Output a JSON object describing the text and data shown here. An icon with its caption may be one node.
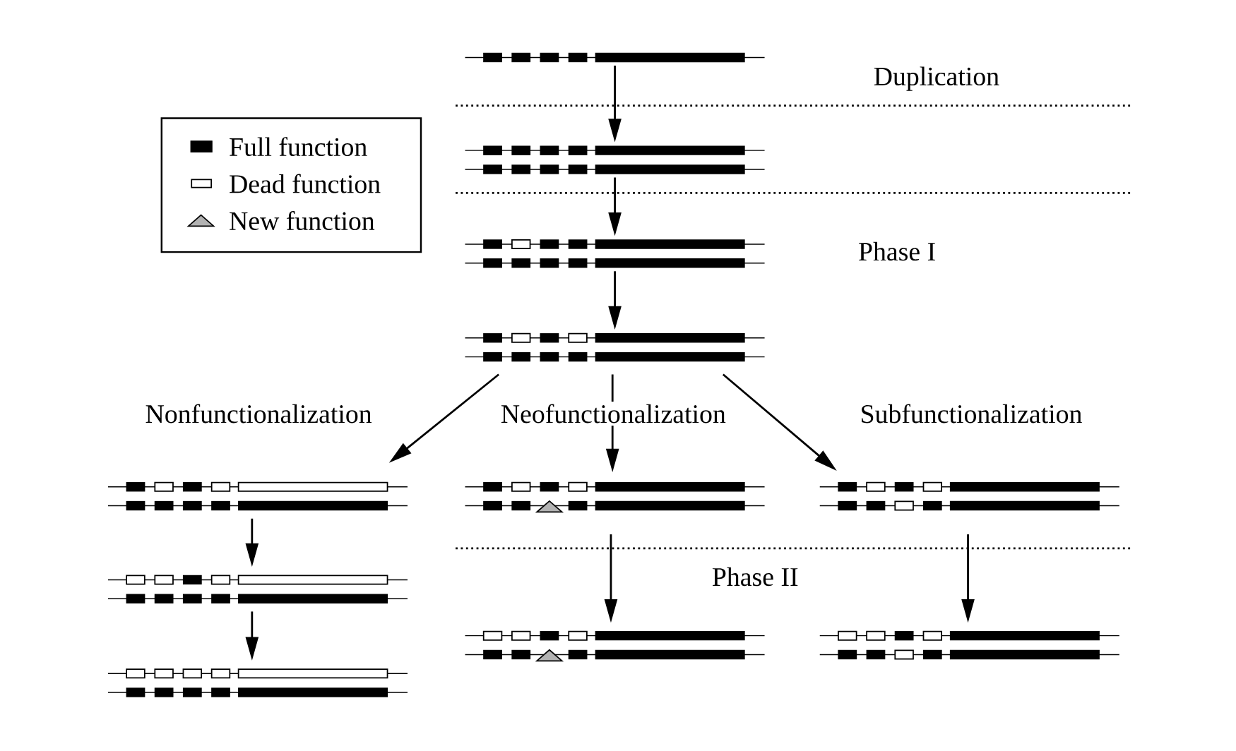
{
  "diagram": {
    "nodes": [
      {
        "text": [],
        "shape": "picture"
      },
      {
        "text": [],
        "shape": "picture"
      },
      {
        "text": [],
        "shape": "picture"
      },
      {
        "text": [],
        "shape": "picture"
      },
      {
        "text": [],
        "shape": "picture"
      },
      {
        "text": [],
        "shape": "picture"
      },
      {
        "text": [],
        "shape": "picture"
      },
      {
        "text": [],
        "shape": "picture"
      },
      {
        "text": [],
        "shape": "picture"
      },
      {
        "text": [],
        "shape": "picture"
      },
      {
        "text": [],
        "shape": "picture"
      }
    ],
    "edges": [
      {
        "from": 0,
        "to": 1,
        "arrow": "to"
      },
      {
        "from": 1,
        "to": 2,
        "arrow": "to"
      },
      {
        "from": 2,
        "to": 3,
        "arrow": "to"
      },
      {
        "from": 3,
        "to": 4,
        "arrow": "to",
        "label": "Nonfunctionalization"
      },
      {
        "from": 3,
        "to": 5,
        "arrow": "to",
        "label": "Neofunctionalization"
      },
      {
        "from": 3,
        "to": 6,
        "arrow": "to",
        "label": "Subfunctionalization"
      },
      {
        "from": 4,
        "to": 7,
        "arrow": "to"
      },
      {
        "from": 7,
        "to": 10,
        "arrow": "to"
      },
      {
        "from": 5,
        "to": 8,
        "arrow": "to"
      },
      {
        "from": 6,
        "to": 9,
        "arrow": "to"
      }
    ],
    "labels": [
      "Duplication",
      "Phase I",
      "Phase II"
    ],
    "legend": [
      {
        "text": "Full function",
        "color": "#000000"
      },
      {
        "text": "Dead function"
      },
      {
        "text": "New function"
      }
    ]
  }
}
